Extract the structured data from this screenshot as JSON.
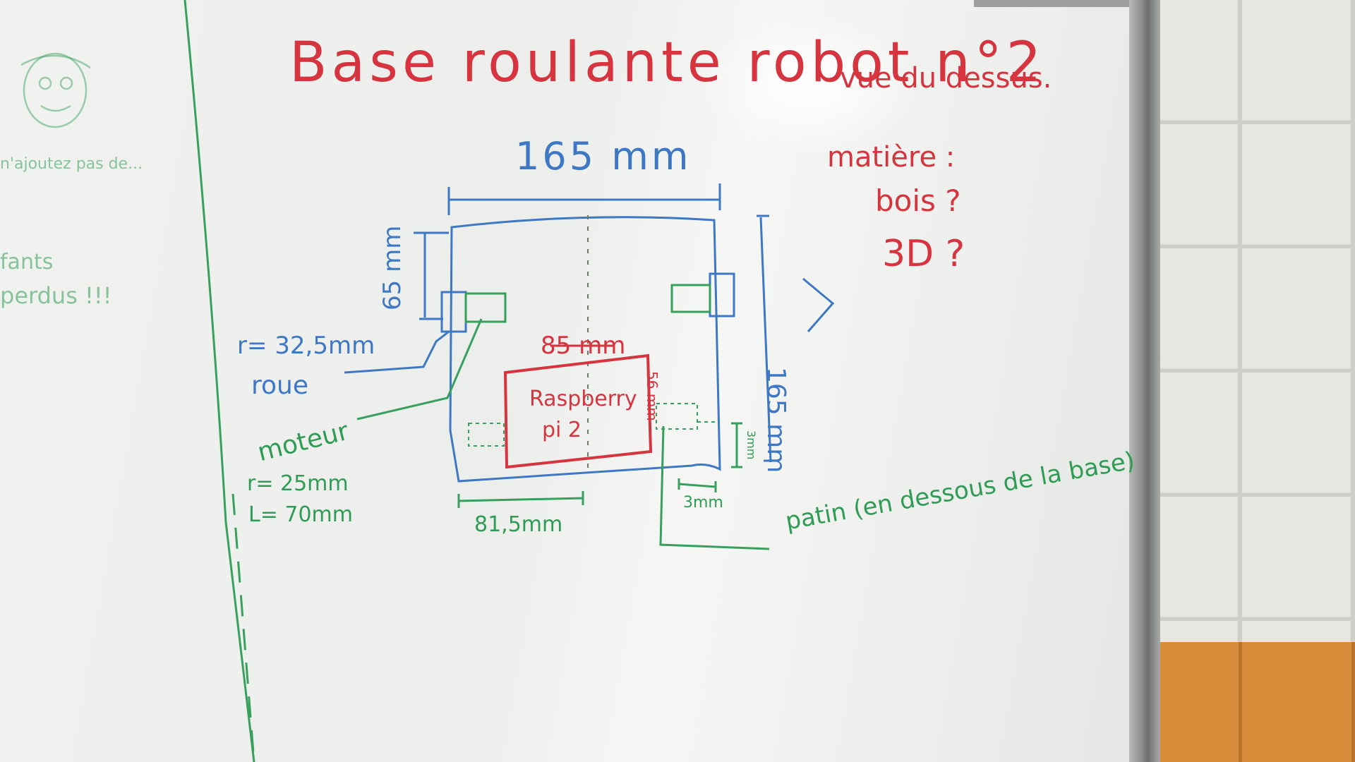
{
  "board": {
    "title": "Base roulante robot n°2",
    "subtitle": "vue du dessus.",
    "material_label": "matière :",
    "material_value": "bois ?",
    "material_alt": "3D ?",
    "width_dim": "165 mm",
    "length_dim": "165 mm",
    "wheel_offset_dim": "65 mm",
    "pi_width_dim": "85 mm",
    "pi_height_dim": "56 mm",
    "raspberry_label": "Raspberry",
    "pi_label": "pi 2",
    "wheel_radius": "r= 32,5mm",
    "wheel_label": "roue",
    "motor_label": "moteur",
    "motor_radius": "r= 25mm",
    "motor_length": "L= 70mm",
    "offset_dim": "81,5mm",
    "skid_width": "3mm",
    "skid_height": "3mm",
    "skid_label": "patin (en dessous de la base)",
    "left_margin_1": "n'ajoutez pas de...",
    "left_margin_2": "fants",
    "left_margin_3": "perdus !!!"
  },
  "colors": {
    "red_marker": "#d6343e",
    "blue_marker": "#3e78c4",
    "green_marker": "#2f9c55"
  }
}
